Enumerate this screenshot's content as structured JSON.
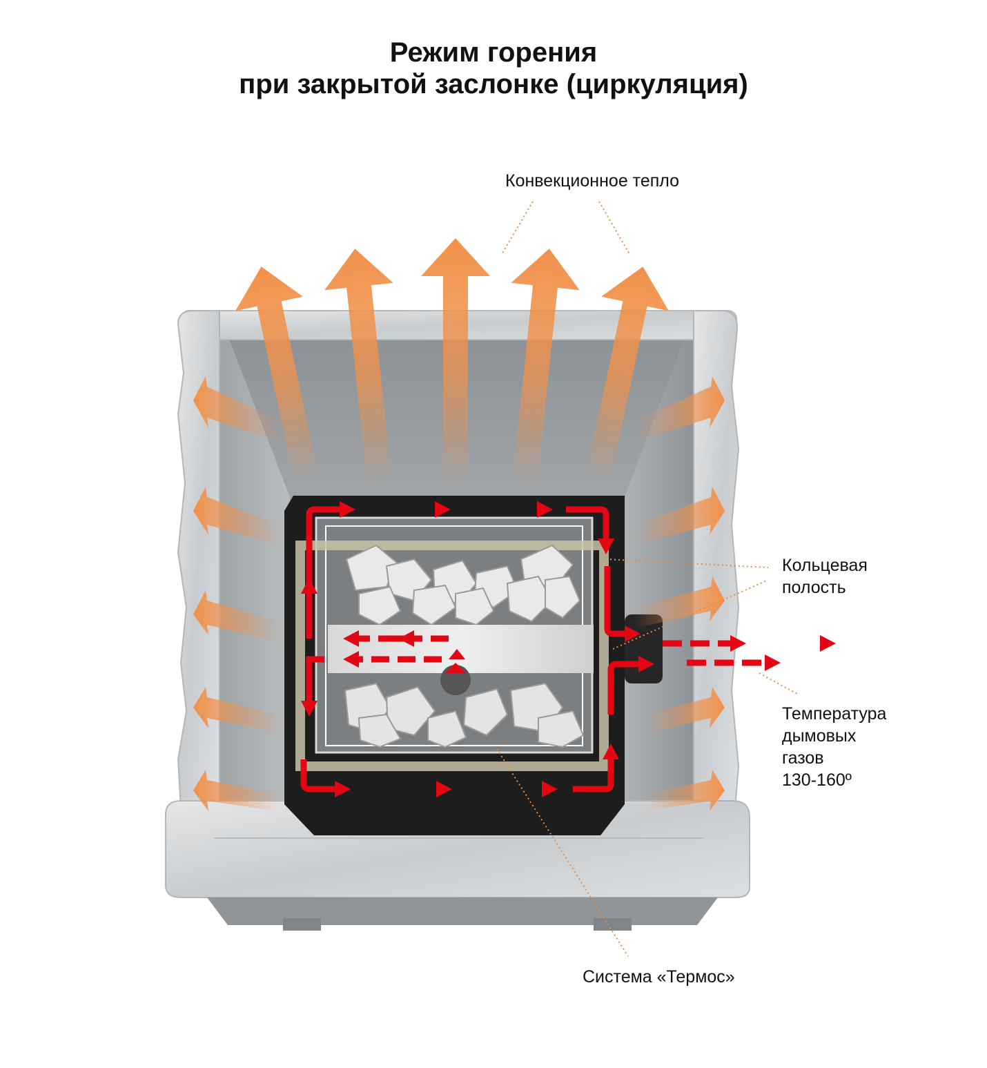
{
  "title": {
    "line1": "Режим горения",
    "line2": "при закрытой заслонке (циркуляция)"
  },
  "labels": {
    "convection": "Конвекционное тепло",
    "annular_line1": "Кольцевая",
    "annular_line2": "полость",
    "flue_line1": "Температура",
    "flue_line2": "дымовых",
    "flue_line3": "газов",
    "flue_line4": "130-160º",
    "thermos": "Система «Термос»"
  },
  "colors": {
    "convection_arrow": "#f0914a",
    "flow_arrow": "#e30613",
    "leader_line": "#f08a3c",
    "stone_light": "#d9dcde",
    "stone_dark": "#7d8286",
    "firebox": "#1d1d1d"
  }
}
